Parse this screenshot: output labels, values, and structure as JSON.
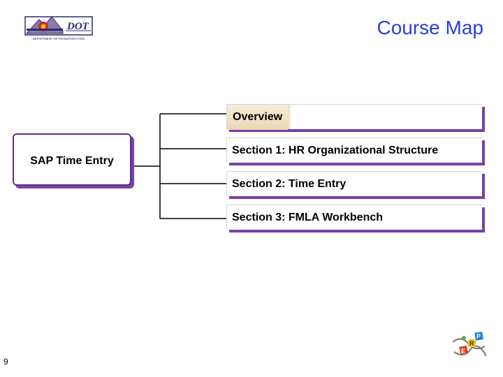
{
  "header": {
    "title": "Course Map",
    "logo_text": "DOT",
    "logo_subtext": "DEPARTMENT OF TRANSPORTATION"
  },
  "diagram": {
    "root": "SAP Time Entry",
    "sections": [
      "Overview",
      "Section 1:  HR Organizational Structure",
      "Section 2: Time Entry",
      "Section 3:  FMLA Workbench"
    ]
  },
  "footer": {
    "page_number": "9"
  },
  "colors": {
    "title": "#2a3fd6",
    "accent_purple": "#7a3fa6",
    "overview_fill": "#efe1c6"
  },
  "icons": [
    "cdot-logo",
    "erp-puzzle-icon"
  ]
}
